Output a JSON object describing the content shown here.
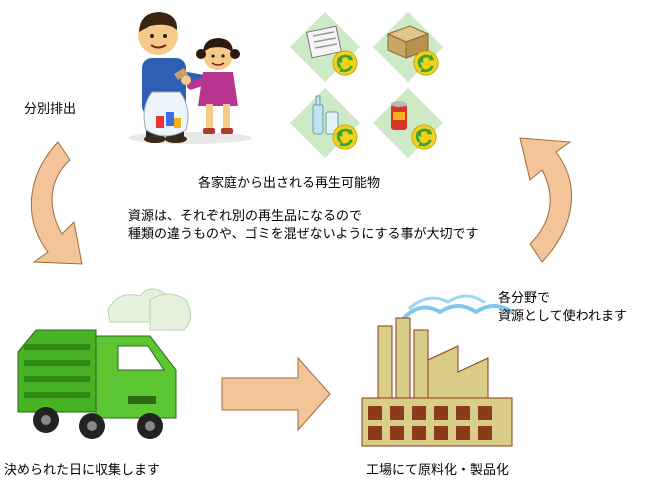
{
  "labels": {
    "separate": "分別排出",
    "household": "各家庭から出される再生可能物",
    "message_line1": "資源は、それぞれ別の再生品になるので",
    "message_line2": "種類の違うものや、ゴミを混ぜないようにする事が大切です",
    "uses_line1": "各分野で",
    "uses_line2": "資源として使われます",
    "collection": "決められた日に収集します",
    "factory": "工場にて原料化・製品化"
  },
  "recyclables": [
    "newspaper-icon",
    "cardboard-icon",
    "glass-bottle-icon",
    "can-icon"
  ],
  "colors": {
    "arrow_fill": "#f3c39a",
    "arrow_stroke": "#a06c3a",
    "truck_green": "#4fbf2a",
    "factory_tan": "#d9cc86",
    "factory_brown": "#8b3a1a",
    "smoke_blue": "#7ec8ef",
    "recycle_green": "#3aa33a",
    "recycle_yellow": "#f2d21b"
  }
}
